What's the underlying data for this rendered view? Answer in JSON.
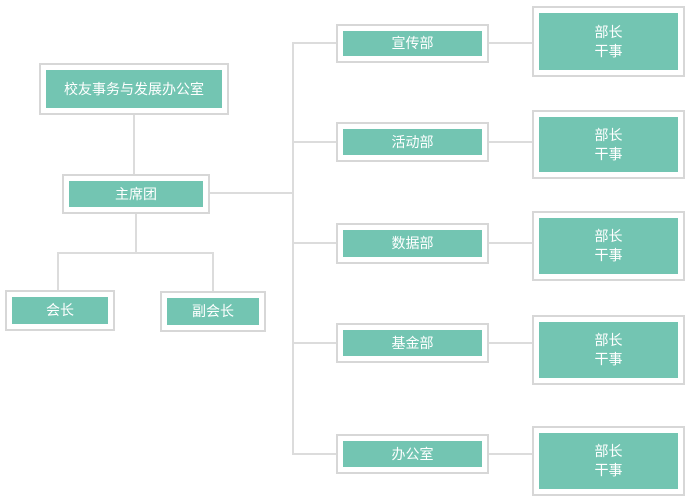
{
  "palette": {
    "node_fill": "#73c5b2",
    "node_border": "#d7d7d7",
    "connector": "#dcdcdc",
    "node_text": "#ffffff",
    "background": "#ffffff"
  },
  "org_chart": {
    "root": {
      "label": "校友事务与发展办公室"
    },
    "presidium": {
      "label": "主席团"
    },
    "leaders": [
      {
        "label": "会长"
      },
      {
        "label": "副会长"
      }
    ],
    "departments": [
      {
        "label": "宣传部",
        "staff": [
          "部长",
          "干事"
        ]
      },
      {
        "label": "活动部",
        "staff": [
          "部长",
          "干事"
        ]
      },
      {
        "label": "数据部",
        "staff": [
          "部长",
          "干事"
        ]
      },
      {
        "label": "基金部",
        "staff": [
          "部长",
          "干事"
        ]
      },
      {
        "label": "办公室",
        "staff": [
          "部长",
          "干事"
        ]
      }
    ]
  }
}
